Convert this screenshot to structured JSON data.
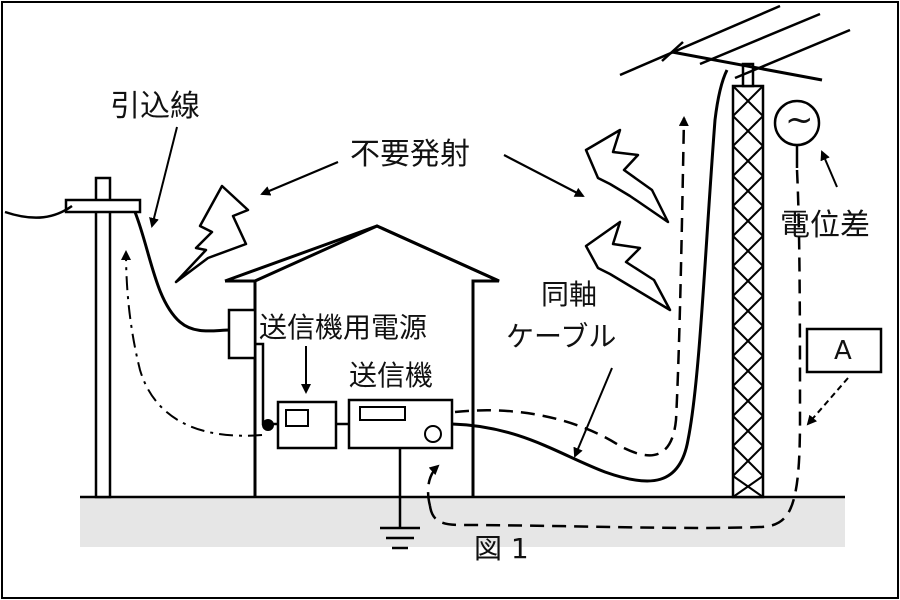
{
  "colors": {
    "line": "#000000",
    "ground": "#e6e6e6",
    "background": "#ffffff"
  },
  "labels": {
    "service_drop": "引込線",
    "unwanted_emission": "不要発射",
    "potential_difference": "電位差",
    "coax_line1": "同軸",
    "coax_line2": "ケーブル",
    "transmitter_power": "送信機用電源",
    "transmitter": "送信機",
    "ammeter": "A",
    "figure": "図 1",
    "ac_source_symbol": "~"
  }
}
